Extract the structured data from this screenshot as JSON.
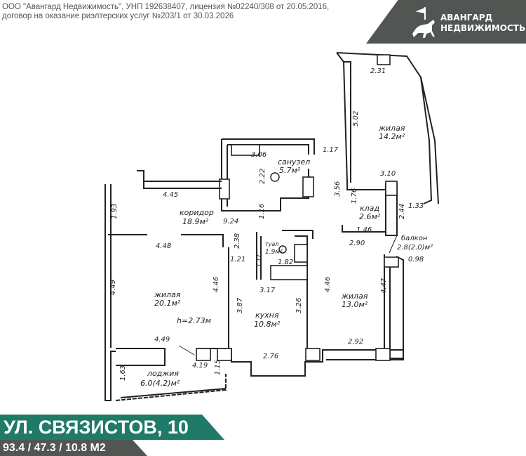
{
  "header": {
    "line1": "ООО \"Авангард Недвижимость\", УНП 192638407, лицензия №02240/308 от 20.05.2016,",
    "line2": "договор на оказание риэлтерских услуг №203/1 от 30.03.2026"
  },
  "logo": {
    "line1": "АВАНГАРД",
    "line2": "НЕДВИЖИМОСТЬ",
    "icon": "knight-on-horse-icon"
  },
  "rooms": {
    "living1": {
      "name": "жилая",
      "area": "14.2м²"
    },
    "bath": {
      "name": "санузел",
      "area": "5.7м²"
    },
    "storage": {
      "name": "клад",
      "area": "2.6м²"
    },
    "corridor": {
      "name": "коридор",
      "area": "18.9м²"
    },
    "balcony": {
      "name": "балкон",
      "area": "2.8(2.0)м²"
    },
    "wc": {
      "name": "туал",
      "area": "1.9м²"
    },
    "living2": {
      "name": "жилая",
      "area": "20.1м²"
    },
    "kitchen": {
      "name": "кухня",
      "area": "10.8м²"
    },
    "living3": {
      "name": "жилая",
      "area": "13.0м²"
    },
    "loggia": {
      "name": "лоджия",
      "area": "6.0(4.2)м²"
    }
  },
  "ceiling_height": "h=2.73м",
  "dims": [
    "2.31",
    "5.02",
    "1.17",
    "3.06",
    "2.22",
    "3.10",
    "3.56",
    "1.76",
    "2.44",
    "1.33",
    "4.45",
    "1.93",
    "1.16",
    "9.24",
    "2.38",
    "1.46",
    "2.90",
    "0.98",
    "4.48",
    "1.21",
    "1.17",
    "1.82",
    "4.49",
    "4.46",
    "3.17",
    "3.87",
    "3.26",
    "4.46",
    "4.47",
    "4.49",
    "2.92",
    "2.76",
    "4.19",
    "1.15",
    "1.63"
  ],
  "footer": {
    "address": "УЛ. СВЯЗИСТОВ, 10",
    "areas": "93.4 / 47.3 / 10.8 М2"
  },
  "colors": {
    "accent": "#1f7a67",
    "dark": "#515653"
  }
}
